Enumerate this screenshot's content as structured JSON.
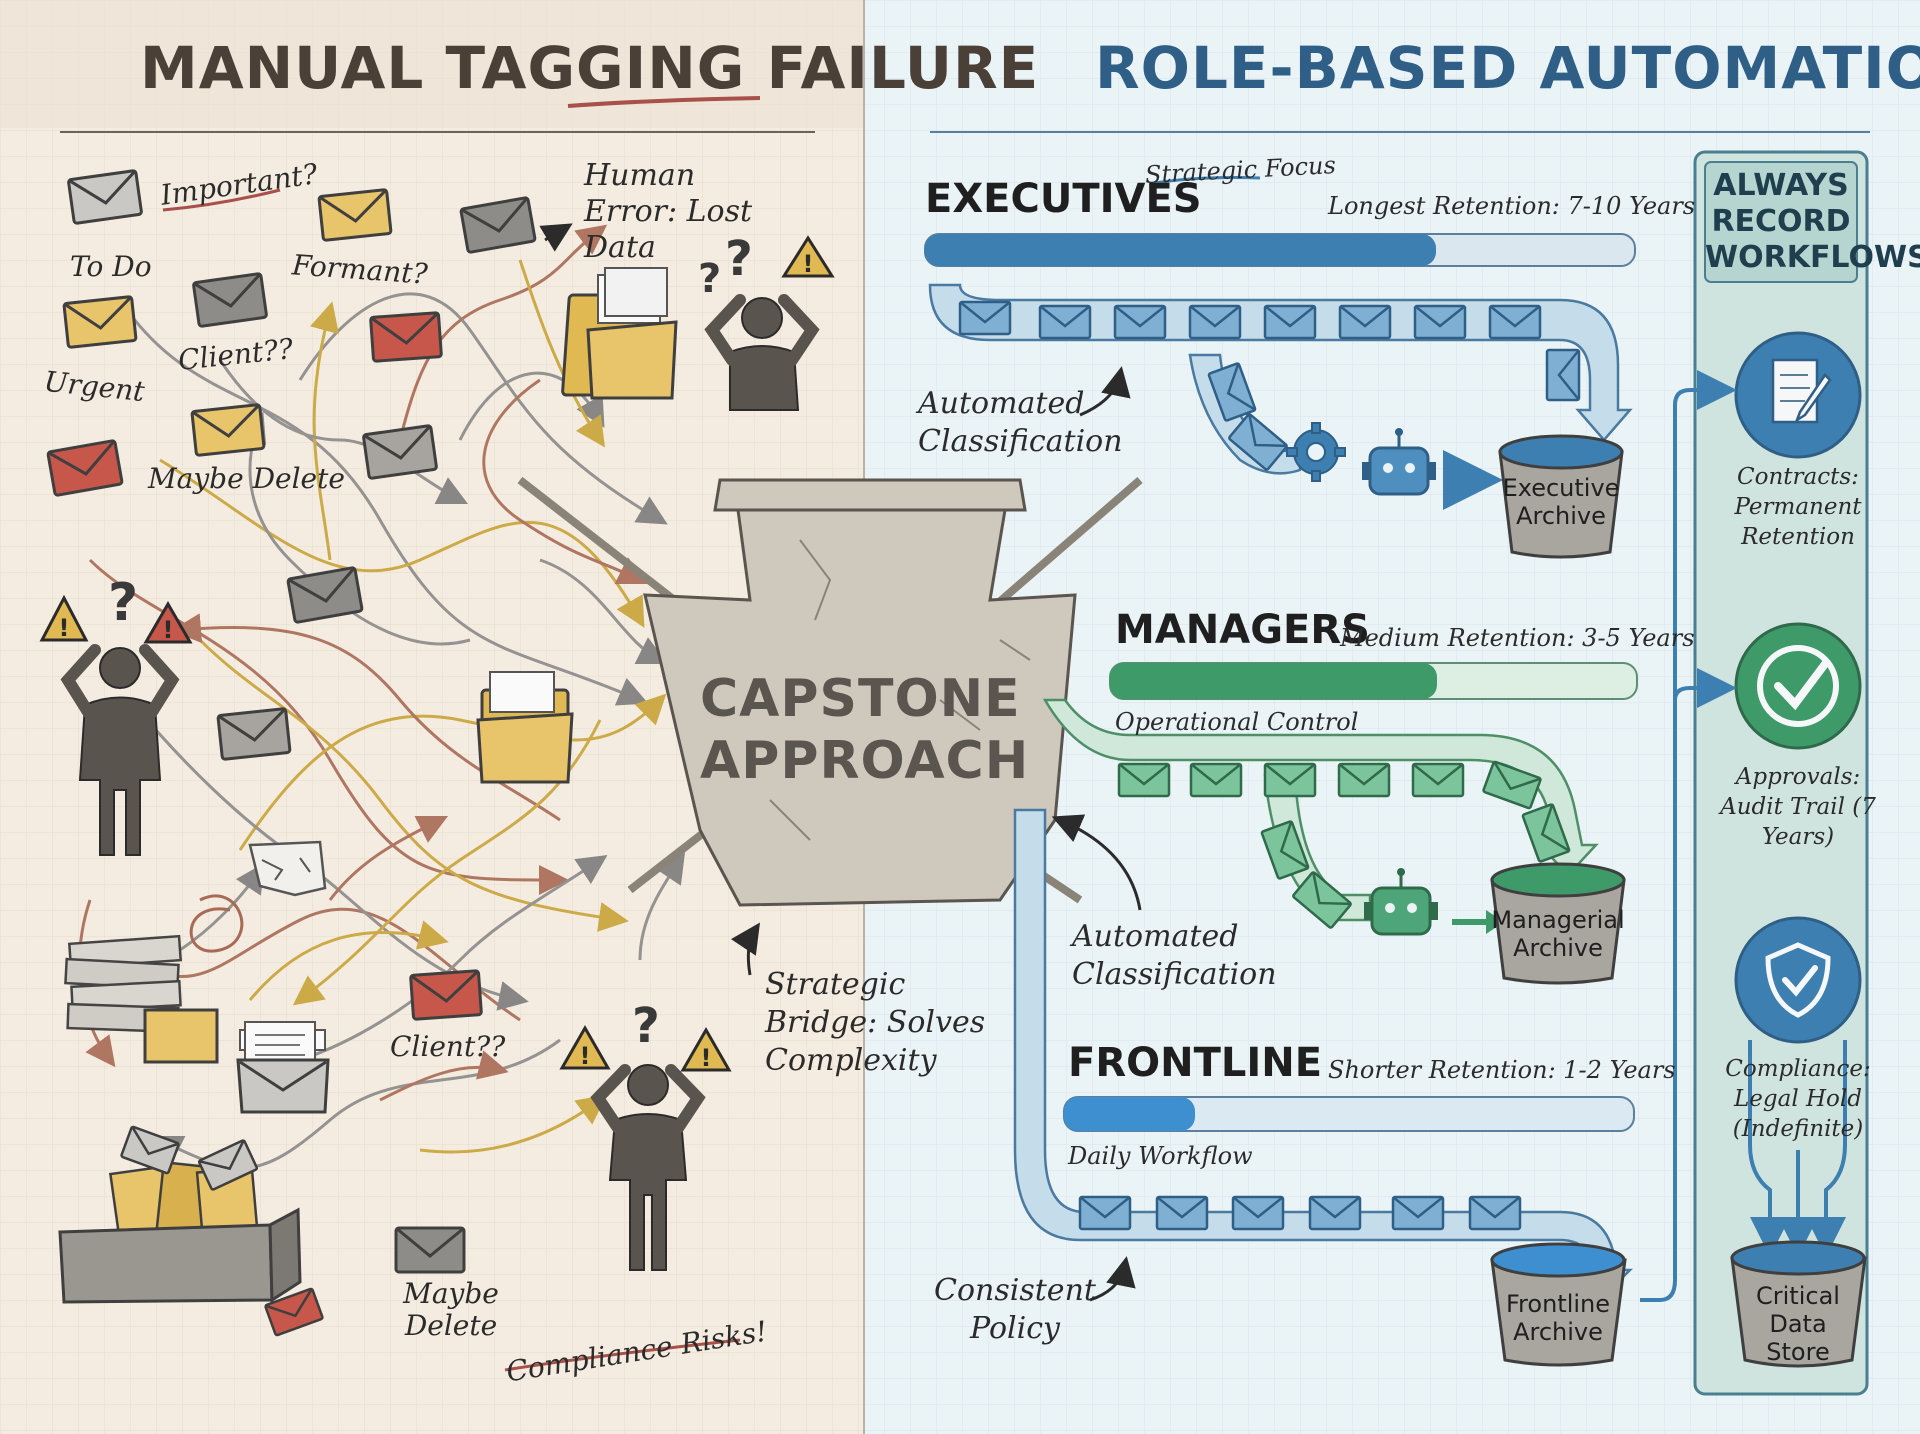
{
  "left_panel": {
    "title": "MANUAL TAGGING FAILURE",
    "labels": {
      "important": "Important?",
      "to_do": "To Do",
      "formant": "Formant?",
      "urgent": "Urgent",
      "client_1": "Client??",
      "maybe_delete_1": "Maybe Delete",
      "human_error": "Human Error: Lost Data",
      "client_2": "Client??",
      "maybe_delete_2": "Maybe Delete",
      "compliance_risks": "Compliance Risks!"
    }
  },
  "center": {
    "keystone_text": "CAPSTONE APPROACH",
    "bridge_note": "Strategic Bridge: Solves Complexity"
  },
  "right_panel": {
    "title": "ROLE-BASED AUTOMATION",
    "roles": [
      {
        "name": "EXECUTIVES",
        "tag": "Strategic Focus",
        "retention": "Longest Retention: 7-10 Years",
        "retention_fraction": 0.72,
        "color": "#3d7fb0",
        "archive": "Executive Archive",
        "note": "Automated Classification"
      },
      {
        "name": "MANAGERS",
        "tag": "Operational Control",
        "retention": "Medium Retention: 3-5 Years",
        "retention_fraction": 0.62,
        "color": "#3f9a6a",
        "archive": "Managerial Archive",
        "note": "Automated Classification"
      },
      {
        "name": "FRONTLINE",
        "tag": "Daily Workflow",
        "retention": "Shorter Retention: 1-2 Years",
        "retention_fraction": 0.23,
        "color": "#3d8fd0",
        "archive": "Frontline Archive",
        "note": "Consistent Policy"
      }
    ],
    "always_record": {
      "title": "ALWAYS RECORD WORKFLOWS",
      "items": [
        {
          "label": "Contracts: Permanent Retention",
          "icon": "document-pen-icon"
        },
        {
          "label": "Approvals: Audit Trail (7 Years)",
          "icon": "checkmark-icon"
        },
        {
          "label": "Compliance: Legal Hold (Indefinite)",
          "icon": "shield-check-icon"
        }
      ],
      "store": "Critical Data Store"
    }
  },
  "colors": {
    "left_bg": "#f4ece0",
    "right_bg": "#eaf3f6",
    "blue": "#3d7fb0",
    "green": "#3f9a6a",
    "title_left": "#4a4038",
    "title_right": "#2f5f86"
  }
}
